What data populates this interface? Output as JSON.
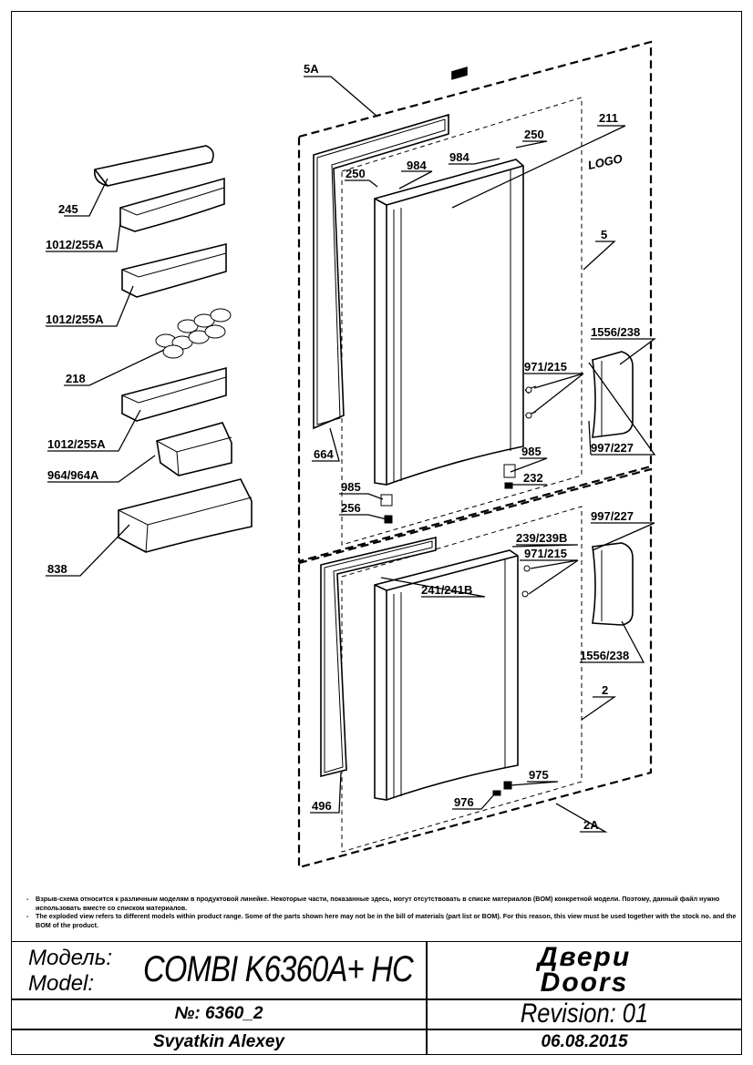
{
  "callouts": {
    "c5a": "5A",
    "c211": "211",
    "c250a": "250",
    "c250b": "250",
    "c984a": "984",
    "c984b": "984",
    "logo": "LOGO",
    "c245": "245",
    "c1012a": "1012/255A",
    "c1012b": "1012/255A",
    "c218": "218",
    "c1012c": "1012/255A",
    "c964": "964/964A",
    "c838": "838",
    "c5": "5",
    "c1556a": "1556/238",
    "c971a": "971/215",
    "c997a": "997/227",
    "c985a": "985",
    "c232": "232",
    "c664": "664",
    "c985b": "985",
    "c256": "256",
    "c997b": "997/227",
    "c239": "239/239B",
    "c971b": "971/215",
    "c241": "241/241B",
    "c1556b": "1556/238",
    "c2": "2",
    "c975": "975",
    "c976": "976",
    "c496": "496",
    "c2a": "2A"
  },
  "notes": [
    "Взрыв-схема относится к различным моделям в продуктовой линейке. Некоторые части, показанные здесь, могут отсутствовать в списке материалов (BOM) конкретной модели. Поэтому, данный файл нужно использовать вместе со списком материалов.",
    "The exploded view refers to different models within product range. Some of the parts shown here may not be in the bill of materials (part list or BOM). For this reason, this view must be used together with the stock no. and the BOM of the product."
  ],
  "note_bullet": "-",
  "title_block": {
    "model_label_ru": "Модель:",
    "model_label_en": "Model:",
    "model_name": "COMBI K6360A+ HC",
    "title_ru": "Двери",
    "title_en": "Doors",
    "number": "№: 6360_2",
    "revision": "Revision: 01",
    "author": "Svyatkin Alexey",
    "date": "06.08.2015"
  }
}
